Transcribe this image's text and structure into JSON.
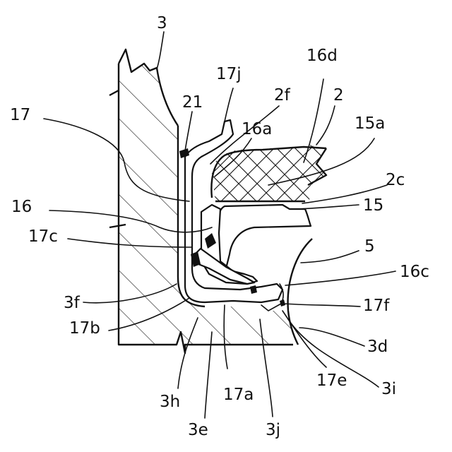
{
  "figure": {
    "background": "#ffffff",
    "ink": "#111111",
    "labels": {
      "l3": "3",
      "l16d": "16d",
      "l17j": "17j",
      "l2f": "2f",
      "l2": "2",
      "l21": "21",
      "l17": "17",
      "l16a": "16a",
      "l15a": "15a",
      "l2c": "2c",
      "l16": "16",
      "l15": "15",
      "l17c": "17c",
      "l5": "5",
      "l16c": "16c",
      "l3f": "3f",
      "l17f": "17f",
      "l17b": "17b",
      "l3d": "3d",
      "l17e": "17e",
      "l3i": "3i",
      "l3h": "3h",
      "l17a": "17a",
      "l3e": "3e",
      "l3j": "3j"
    }
  }
}
